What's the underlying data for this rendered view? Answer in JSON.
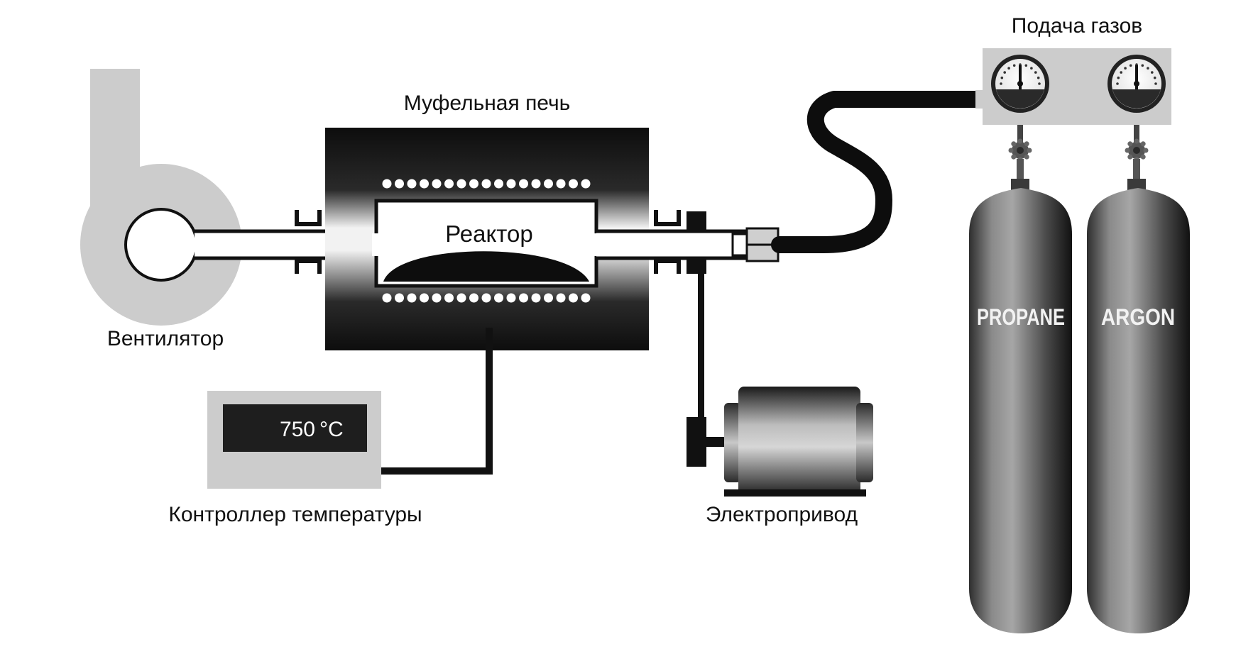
{
  "labels": {
    "fan": "Вентилятор",
    "furnace": "Муфельная печь",
    "reactor": "Реактор",
    "controller": "Контроллер температуры",
    "drive": "Электропривод",
    "gas_supply": "Подача газов"
  },
  "controller_display": {
    "value": "750",
    "unit": "°C"
  },
  "cylinders": [
    {
      "name": "PROPANE"
    },
    {
      "name": "ARGON"
    }
  ]
}
